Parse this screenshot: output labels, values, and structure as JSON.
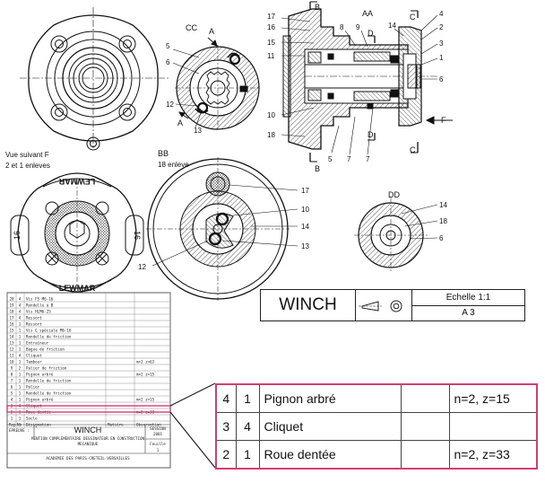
{
  "views": {
    "cc": {
      "title": "CC",
      "section": "A",
      "callouts": [
        "5",
        "6",
        "12",
        "13"
      ]
    },
    "aa": {
      "title": "AA",
      "sections": [
        "B",
        "C",
        "D",
        "F"
      ],
      "callouts_left": [
        "17",
        "16",
        "15",
        "11",
        "10",
        "18"
      ],
      "callouts_top": [
        "8",
        "9",
        "14"
      ],
      "callouts_right": [
        "4",
        "2",
        "3",
        "1",
        "6"
      ],
      "callouts_bottom": [
        "5",
        "7",
        "7"
      ]
    },
    "vue_f": {
      "caption_line1": "Vue suivant F",
      "caption_line2": "2 et 1 enleves",
      "brand": "LEWMAR",
      "side_number": "16"
    },
    "bb": {
      "title": "BB",
      "subtitle": "18 enleve",
      "callouts": [
        "17",
        "10",
        "14",
        "13",
        "12"
      ]
    },
    "dd": {
      "title": "DD",
      "callouts": [
        "14",
        "18",
        "6"
      ]
    }
  },
  "title_block": {
    "name": "WINCH",
    "scale": "Echelle 1:1",
    "format": "A 3"
  },
  "parts_list_small": {
    "rows": [
      [
        "20",
        "4",
        "Vis FS M6-16",
        ""
      ],
      [
        "19",
        "4",
        "Rondelle à B",
        ""
      ],
      [
        "18",
        "4",
        "Vis HLM6-25",
        ""
      ],
      [
        "17",
        "4",
        "Ressort",
        ""
      ],
      [
        "16",
        "1",
        "Ressort",
        ""
      ],
      [
        "15",
        "1",
        "Vis C spéciale M6-16",
        ""
      ],
      [
        "14",
        "1",
        "Rondelle de friction",
        ""
      ],
      [
        "13",
        "1",
        "Entraîneur",
        ""
      ],
      [
        "12",
        "1",
        "Bague de friction",
        ""
      ],
      [
        "11",
        "4",
        "Cliquet",
        ""
      ],
      [
        "10",
        "1",
        "Tambour",
        "m=2 z=63"
      ],
      [
        "9",
        "2",
        "Palier de friction",
        ""
      ],
      [
        "8",
        "1",
        "Pignon arbré",
        "m=2 z=15"
      ],
      [
        "7",
        "1",
        "Rondelle de friction",
        ""
      ],
      [
        "6",
        "1",
        "Palier",
        ""
      ],
      [
        "5",
        "1",
        "Rondelle de friction",
        ""
      ],
      [
        "4",
        "1",
        "Pignon arbré",
        "m=2 z=15"
      ],
      [
        "3",
        "4",
        "Cliquet",
        ""
      ],
      [
        "2",
        "1",
        "Roue dentée",
        "m=2 z=33"
      ],
      [
        "1",
        "1",
        "Socle",
        ""
      ]
    ],
    "header": [
      "Rep",
      "Nb",
      "Désignation",
      "Matière",
      "Observation"
    ],
    "block_name": "WINCH",
    "epreuve": "EPREUVE :",
    "session": "SESSION",
    "year": "2001",
    "mention_line1": "MENTION COMPLEMENTAIRE DESSINATEUR EN CONSTRUCTION",
    "mention_line2": "MECANIQUE",
    "feuille": "Feuille",
    "feuille_num": "1",
    "academy": "ACADEMIE DES PARIS-CRETEIL-VERSAILLES"
  },
  "zoom_table": {
    "rows": [
      {
        "rep": "4",
        "nb": "1",
        "designation": "Pignon arbré",
        "matiere": "",
        "observation": "n=2, z=15"
      },
      {
        "rep": "3",
        "nb": "4",
        "designation": "Cliquet",
        "matiere": "",
        "observation": ""
      },
      {
        "rep": "2",
        "nb": "1",
        "designation": "Roue dentée",
        "matiere": "",
        "observation": "n=2, z=33"
      }
    ]
  },
  "colors": {
    "highlight": "#d63b74",
    "hatch": "#555555",
    "line": "#111111"
  }
}
